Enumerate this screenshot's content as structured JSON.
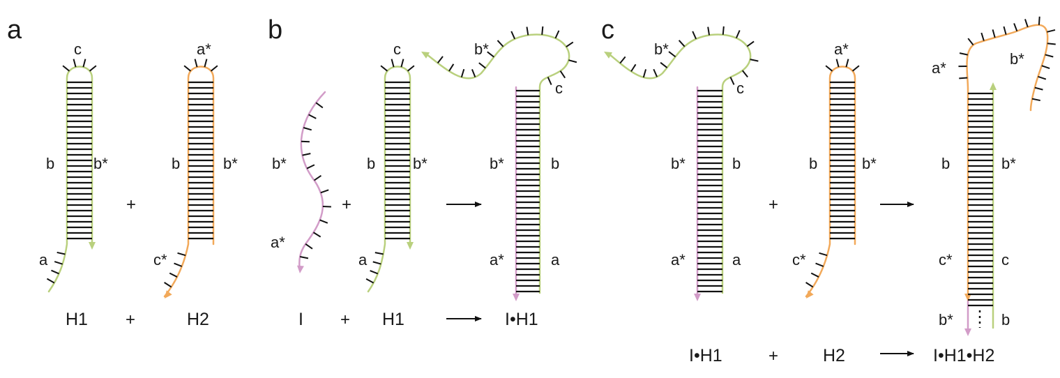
{
  "colors": {
    "h1_strand": "#b9d07d",
    "h2_strand": "#f2a95a",
    "initiator_strand": "#d29cc8",
    "base_pair": "#111111",
    "text": "#1a1a1a"
  },
  "panels": {
    "a": {
      "letter": "a",
      "h1": {
        "top": "c",
        "left": "b",
        "right": "b*",
        "tail": "a",
        "name": "H1"
      },
      "h2": {
        "top": "a*",
        "left": "b",
        "right": "b*",
        "tail": "c*",
        "name": "H2"
      },
      "plus_mid": "+",
      "plus_bottom": "+"
    },
    "b": {
      "letter": "b",
      "initiator": {
        "upper": "b*",
        "lower": "a*",
        "name": "I"
      },
      "h1": {
        "top": "c",
        "left": "b",
        "right": "b*",
        "tail": "a",
        "name": "H1"
      },
      "product": {
        "loop": "b*",
        "loop_end": "c",
        "left_upper": "b*",
        "right_upper": "b",
        "left_lower": "a*",
        "right_lower": "a",
        "name": "I•H1"
      },
      "plus_mid": "+",
      "plus_bottom": "+"
    },
    "c": {
      "letter": "c",
      "reactant": {
        "loop": "b*",
        "loop_end": "c",
        "left_upper": "b*",
        "right_upper": "b",
        "left_lower": "a*",
        "right_lower": "a",
        "name": "I•H1"
      },
      "h2": {
        "top": "a*",
        "left": "b",
        "right": "b*",
        "tail": "c*",
        "name": "H2"
      },
      "product": {
        "loop_left": "a*",
        "loop_right": "b*",
        "left_upper": "b",
        "right_upper": "b*",
        "left_mid": "c*",
        "right_mid": "c",
        "left_lower": "b*",
        "right_lower": "b",
        "name": "I•H1•H2"
      },
      "plus_mid": "+",
      "plus_bottom": "+"
    }
  }
}
